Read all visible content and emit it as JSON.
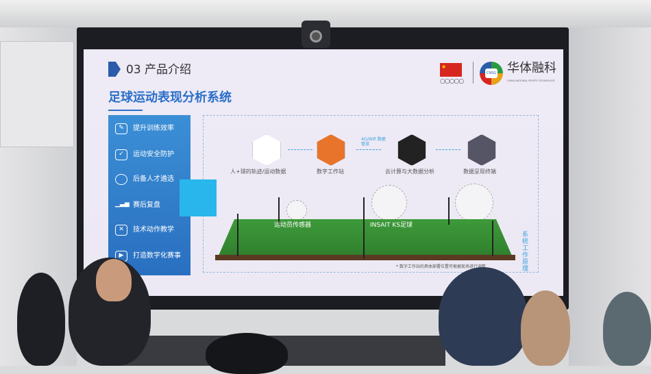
{
  "slide": {
    "section_title": "03 产品介绍",
    "brand": {
      "name": "华体融科",
      "subtitle": "CHINA NATIONAL SPORTS TECHNOLOGY",
      "mark": "CNSG",
      "rings": "○○○○○"
    },
    "main_title": "足球运动表现分析系统",
    "sidebar": [
      {
        "label": "提升训练效率",
        "icon": "lightbulb-icon"
      },
      {
        "label": "运动安全防护",
        "icon": "shield-check-icon"
      },
      {
        "label": "后备人才遴选",
        "icon": "search-icon"
      },
      {
        "label": "赛后复盘",
        "icon": "bar-chart-icon"
      },
      {
        "label": "技术动作教学",
        "icon": "teaching-board-icon"
      },
      {
        "label": "打造数字化赛事",
        "icon": "digital-event-icon"
      }
    ],
    "flow": [
      {
        "label": "人+球的轨迹/运动数据"
      },
      {
        "label": "数字工作站"
      },
      {
        "label": "云计算与大数据分析"
      },
      {
        "label": "数据呈现终端"
      }
    ],
    "link_label": "4G/Wifi 数据管道",
    "field_labels": {
      "sensor": "运动员传感器",
      "ball": "INSAIT KS足球"
    },
    "note": "* 数字工作站的具体部署位置可根据现场进行调整",
    "vertical_label": "系统工作原理"
  },
  "colors": {
    "accent": "#2a6fc9",
    "sidebar": "#2f7cc8",
    "cyan": "#29b6ec",
    "field": "#3d9a3a"
  }
}
